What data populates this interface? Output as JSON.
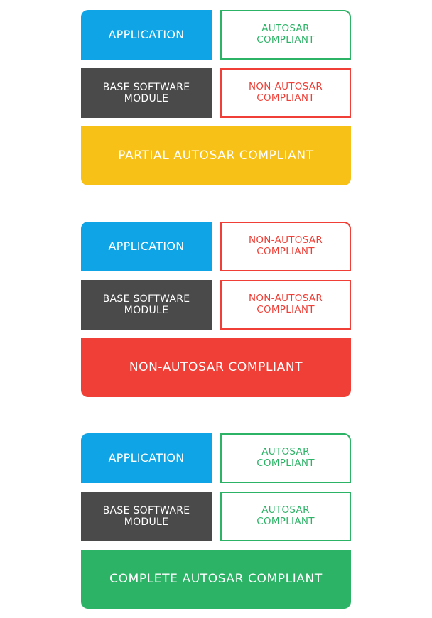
{
  "colors": {
    "application_bg": "#0ea4e6",
    "base_software_bg": "#4a4a4a",
    "autosar_green": "#2cb366",
    "non_autosar_red": "#ef3f36",
    "partial_yellow": "#f8c117"
  },
  "groups": [
    {
      "application_label": "APPLICATION",
      "base_software_label": "BASE SOFTWARE\nMODULE",
      "application_status": "AUTOSAR\nCOMPLIANT",
      "base_software_status": "NON-AUTOSAR\nCOMPLIANT",
      "banner": "PARTIAL AUTOSAR COMPLIANT"
    },
    {
      "application_label": "APPLICATION",
      "base_software_label": "BASE SOFTWARE\nMODULE",
      "application_status": "NON-AUTOSAR\nCOMPLIANT",
      "base_software_status": "NON-AUTOSAR\nCOMPLIANT",
      "banner": "NON-AUTOSAR COMPLIANT"
    },
    {
      "application_label": "APPLICATION",
      "base_software_label": "BASE SOFTWARE\nMODULE",
      "application_status": "AUTOSAR\nCOMPLIANT",
      "base_software_status": "AUTOSAR\nCOMPLIANT",
      "banner": "COMPLETE AUTOSAR COMPLIANT"
    }
  ]
}
